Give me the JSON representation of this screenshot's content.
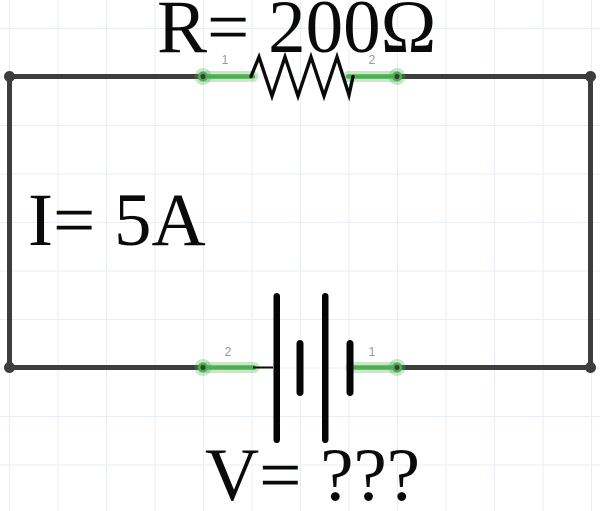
{
  "canvas": {
    "background": "#ffffff",
    "grid_color": "#e9edf5"
  },
  "annotations": {
    "resistance_label": "R= 200Ω",
    "current_label": "I= 5A",
    "voltage_label": "V= ???"
  },
  "components": {
    "resistor": {
      "type": "resistor",
      "value": "200Ω",
      "terminal_left": "1",
      "terminal_right": "2"
    },
    "battery": {
      "type": "battery",
      "value": "???",
      "terminal_left": "2",
      "terminal_right": "1"
    }
  },
  "colors": {
    "wire": "#3d3d3d",
    "terminal_highlight": "#4caf50",
    "component_stroke": "#0a0a0a",
    "terminal_number": "#9a9a9a"
  }
}
